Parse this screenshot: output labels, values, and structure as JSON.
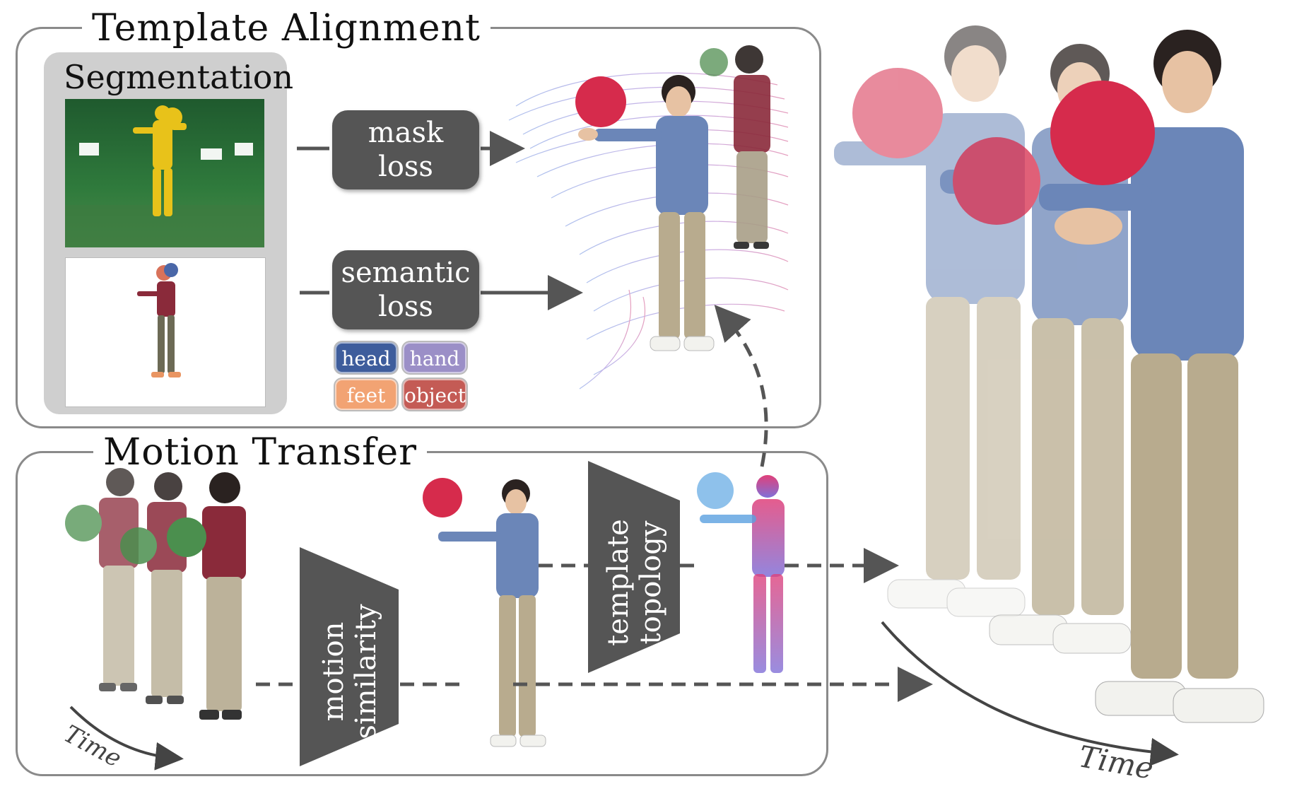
{
  "template_alignment": {
    "title": "Template Alignment",
    "segmentation": {
      "title": "Segmentation"
    },
    "mask_loss": {
      "line1": "mask",
      "line2": "loss"
    },
    "semantic_loss": {
      "line1": "semantic",
      "line2": "loss"
    },
    "tags": [
      {
        "label": "head",
        "color": "#3e5d9c"
      },
      {
        "label": "hand",
        "color": "#9b8fc7"
      },
      {
        "label": "feet",
        "color": "#f2a373"
      },
      {
        "label": "object",
        "color": "#c45b55"
      }
    ]
  },
  "motion_transfer": {
    "title": "Motion Transfer",
    "motion_similarity": {
      "line1": "motion",
      "line2": "similarity"
    },
    "template_topology": {
      "line1": "template",
      "line2": "topology"
    },
    "time_label": "Time"
  },
  "output": {
    "time_label": "Time"
  },
  "colors": {
    "panel_border": "#8a8a8a",
    "box_fill": "#555555",
    "hoodie_blue": "#6b86b8",
    "hoodie_maroon": "#8a2a3a",
    "balloon": "#d62b4c",
    "pants": "#b8ab8e"
  }
}
